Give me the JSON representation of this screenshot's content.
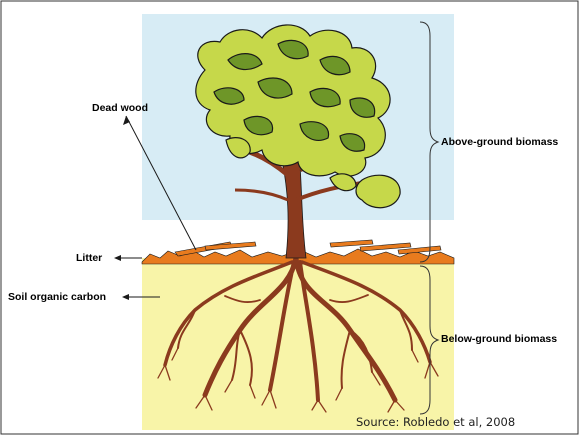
{
  "labels": {
    "dead_wood": "Dead wood",
    "litter": "Litter",
    "soil_organic_carbon": "Soil organic carbon",
    "above_ground": "Above-ground biomass",
    "below_ground": "Below-ground biomass"
  },
  "source": "Source: Robledo et al, 2008",
  "colors": {
    "sky": "#d7ecf5",
    "soil": "#f8f4a8",
    "litter": "#e87b1e",
    "trunk": "#8b3a1e",
    "foliage_light": "#c6d84a",
    "foliage_dark": "#6e9628",
    "outline": "#1a1a1a"
  },
  "icons": [
    "tree-icon",
    "roots-icon",
    "arrow-icon",
    "brace-icon"
  ]
}
